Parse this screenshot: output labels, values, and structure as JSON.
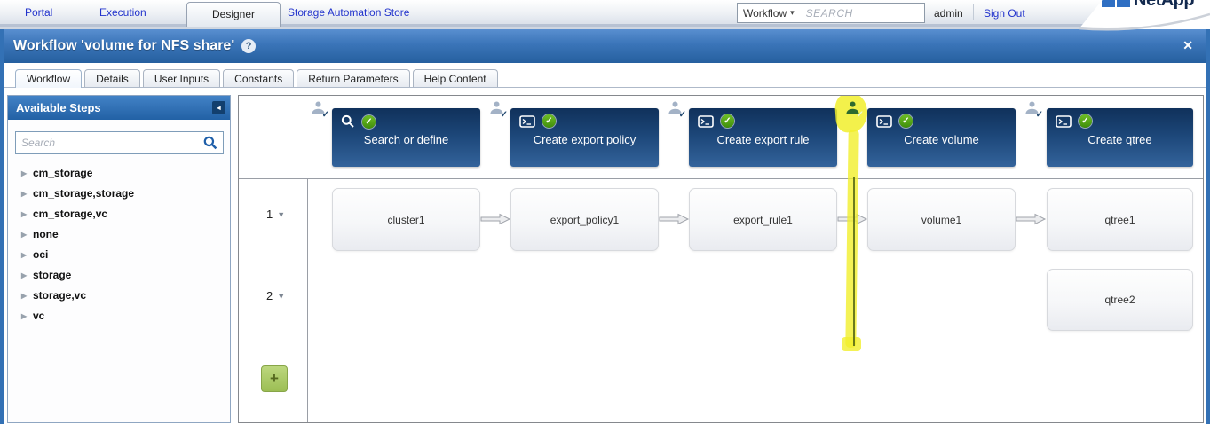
{
  "nav": {
    "tabs": [
      {
        "label": "Portal"
      },
      {
        "label": "Execution"
      },
      {
        "label": "Designer",
        "active": true
      },
      {
        "label": "Storage Automation Store"
      }
    ],
    "search": {
      "category": "Workflow",
      "caret": "▾",
      "placeholder": "SEARCH"
    },
    "username": "admin",
    "sign_out": "Sign Out",
    "brand": "NetApp"
  },
  "window": {
    "title": "Workflow 'volume for NFS share'",
    "help_symbol": "?",
    "close_symbol": "✕"
  },
  "tabs": [
    {
      "label": "Workflow",
      "active": true
    },
    {
      "label": "Details"
    },
    {
      "label": "User Inputs"
    },
    {
      "label": "Constants"
    },
    {
      "label": "Return Parameters"
    },
    {
      "label": "Help Content"
    }
  ],
  "sidebar": {
    "title": "Available Steps",
    "collapse_symbol": "◂",
    "search_placeholder": "Search",
    "items": [
      {
        "label": "cm_storage"
      },
      {
        "label": "cm_storage,storage"
      },
      {
        "label": "cm_storage,vc"
      },
      {
        "label": "none"
      },
      {
        "label": "oci"
      },
      {
        "label": "storage"
      },
      {
        "label": "storage,vc"
      },
      {
        "label": "vc"
      }
    ]
  },
  "canvas": {
    "steps": [
      {
        "label": "Search or define",
        "icon": "search",
        "status": "completed"
      },
      {
        "label": "Create export policy",
        "icon": "terminal",
        "status": "completed"
      },
      {
        "label": "Create export rule",
        "icon": "terminal",
        "status": "completed"
      },
      {
        "label": "Create volume",
        "icon": "terminal",
        "status": "completed"
      },
      {
        "label": "Create qtree",
        "icon": "terminal",
        "status": "completed"
      }
    ],
    "rows": [
      {
        "number": "1",
        "items": [
          {
            "label": "cluster1"
          },
          {
            "label": "export_policy1"
          },
          {
            "label": "export_rule1"
          },
          {
            "label": "volume1"
          },
          {
            "label": "qtree1"
          }
        ]
      },
      {
        "number": "2",
        "items": [
          {
            "label": "qtree2"
          }
        ]
      }
    ],
    "add_row_label": "+",
    "annotation": {
      "type": "yellow-highlighter",
      "color": "#f1ef2c",
      "marks": "approval person icon and column line before Create volume"
    }
  },
  "colors": {
    "title_bar": "#3a74b8",
    "step_header": "#1c4678",
    "success_check": "#4ea50e",
    "highlight": "#f1ef2c",
    "frame_blue": "#3371b5"
  }
}
